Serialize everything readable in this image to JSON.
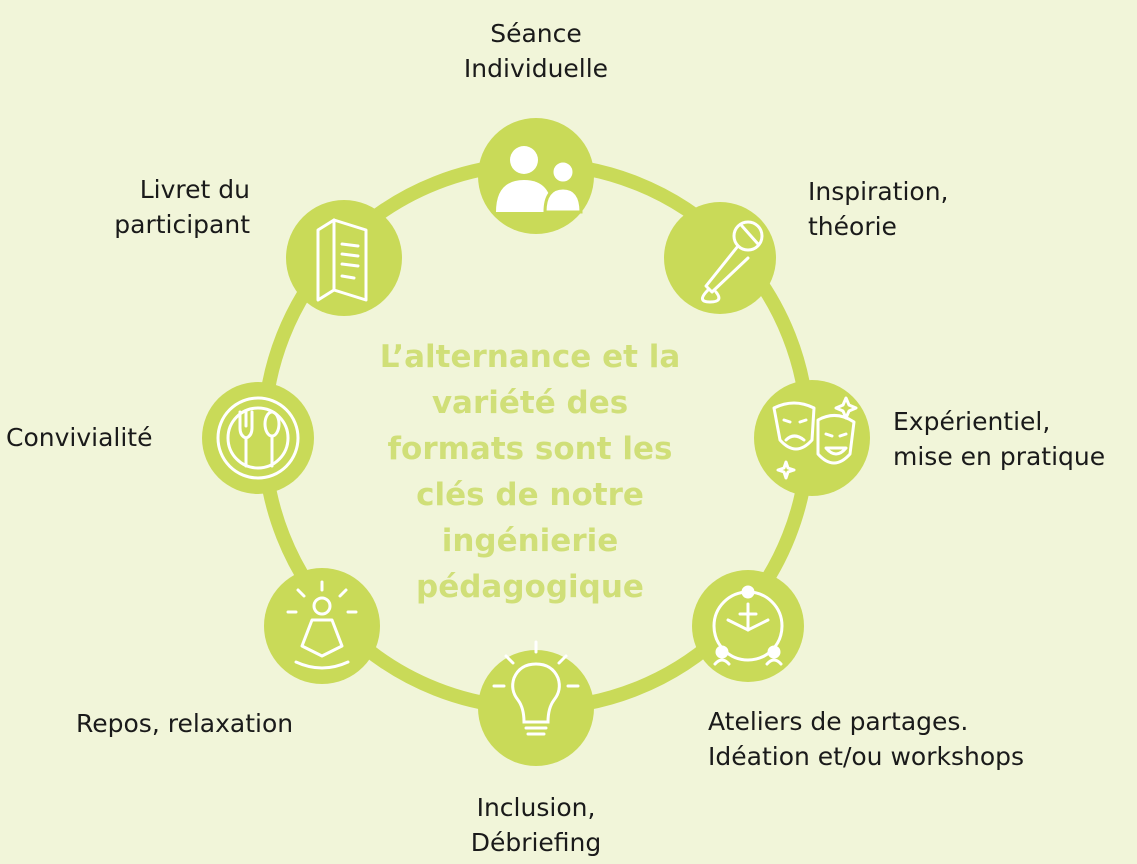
{
  "colors": {
    "background": "#f1f5d9",
    "ring": "#c9da58",
    "icon_stroke": "#ffffff",
    "center_text": "#d0df78",
    "label_text": "#1a1a1a"
  },
  "center_text": [
    "L’alternance et la",
    "variété des",
    "formats sont les",
    "clés de notre",
    "ingénierie",
    "pédagogique"
  ],
  "nodes": [
    {
      "id": "individual",
      "icon": "users-icon",
      "label": [
        "Séance",
        "Individuelle"
      ]
    },
    {
      "id": "inspiration",
      "icon": "microphone-icon",
      "label": [
        "Inspiration,",
        "théorie"
      ]
    },
    {
      "id": "experiential",
      "icon": "theater-masks-icon",
      "label": [
        "Expérientiel,",
        "mise en pratique"
      ]
    },
    {
      "id": "workshops",
      "icon": "team-hands-icon",
      "label": [
        "Ateliers de partages.",
        "Idéation et/ou workshops"
      ]
    },
    {
      "id": "inclusion",
      "icon": "lightbulb-icon",
      "label": [
        "Inclusion,",
        "Débriefing"
      ]
    },
    {
      "id": "relaxation",
      "icon": "meditation-icon",
      "label": [
        "Repos, relaxation"
      ]
    },
    {
      "id": "conviviality",
      "icon": "plate-cutlery-icon",
      "label": [
        "Convivialité"
      ]
    },
    {
      "id": "booklet",
      "icon": "booklet-icon",
      "label": [
        "Livret du",
        "participant"
      ]
    }
  ]
}
